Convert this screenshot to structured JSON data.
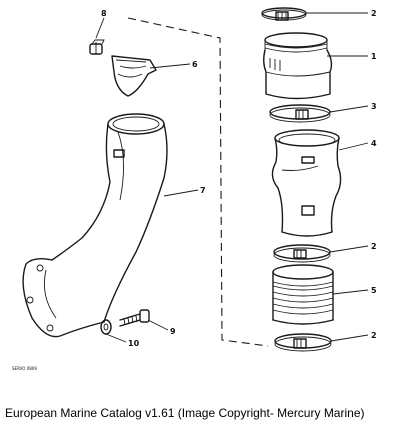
{
  "callouts": {
    "c1": "1",
    "c2a": "2",
    "c2b": "2",
    "c2c": "2",
    "c3": "3",
    "c4": "4",
    "c5": "5",
    "c6": "6",
    "c7": "7",
    "c8": "8",
    "c9": "9",
    "c10": "10"
  },
  "drawing_code": "SERVO 0809",
  "caption": "European Marine Catalog v1.61 (Image Copyright- Mercury Marine)"
}
